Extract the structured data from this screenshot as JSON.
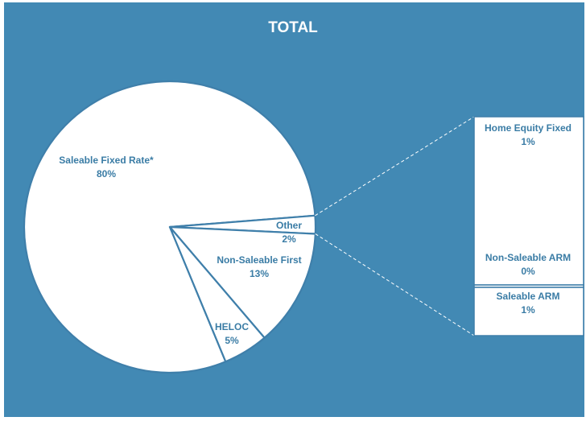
{
  "chart_data": {
    "type": "pie",
    "title": "TOTAL",
    "slices": [
      {
        "label": "Saleable Fixed Rate*",
        "value": 80,
        "display": "80%"
      },
      {
        "label": "Other",
        "value": 2,
        "display": "2%"
      },
      {
        "label": "Non-Saleable First",
        "value": 13,
        "display": "13%"
      },
      {
        "label": "HELOC",
        "value": 5,
        "display": "5%"
      }
    ],
    "breakout": {
      "of": "Other",
      "type": "stacked-bar",
      "items": [
        {
          "label": "Home Equity Fixed",
          "value": 1,
          "display": "1%"
        },
        {
          "label": "Non-Saleable ARM",
          "value": 0,
          "display": "0%"
        },
        {
          "label": "Saleable ARM",
          "value": 1,
          "display": "1%"
        }
      ]
    },
    "legend": "none",
    "grid": false
  },
  "colors": {
    "background": "#4289b4",
    "pie_fill": "#ffffff",
    "outline": "#3f7faa",
    "label_text": "#3a7ca5",
    "title_text": "#ffffff",
    "frame": "#ffffff"
  }
}
